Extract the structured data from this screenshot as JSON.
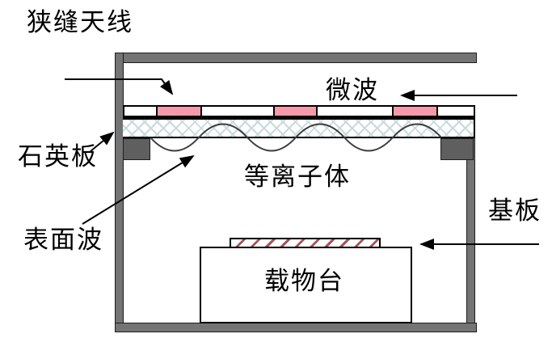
{
  "diagram": {
    "labels": {
      "slot_antenna": "狭缝天线",
      "microwave": "微波",
      "quartz_plate": "石英板",
      "plasma": "等离子体",
      "surface_wave": "表面波",
      "substrate": "基板",
      "stage": "载物台"
    },
    "colors": {
      "chamber_wall": "#747474",
      "support_block": "#5f5f5f",
      "antenna_slot_pink": "#f49aab",
      "quartz_hatch": "#c8dade",
      "substrate_hatch": "#a5525a",
      "line": "#000000",
      "background": "#ffffff"
    }
  }
}
